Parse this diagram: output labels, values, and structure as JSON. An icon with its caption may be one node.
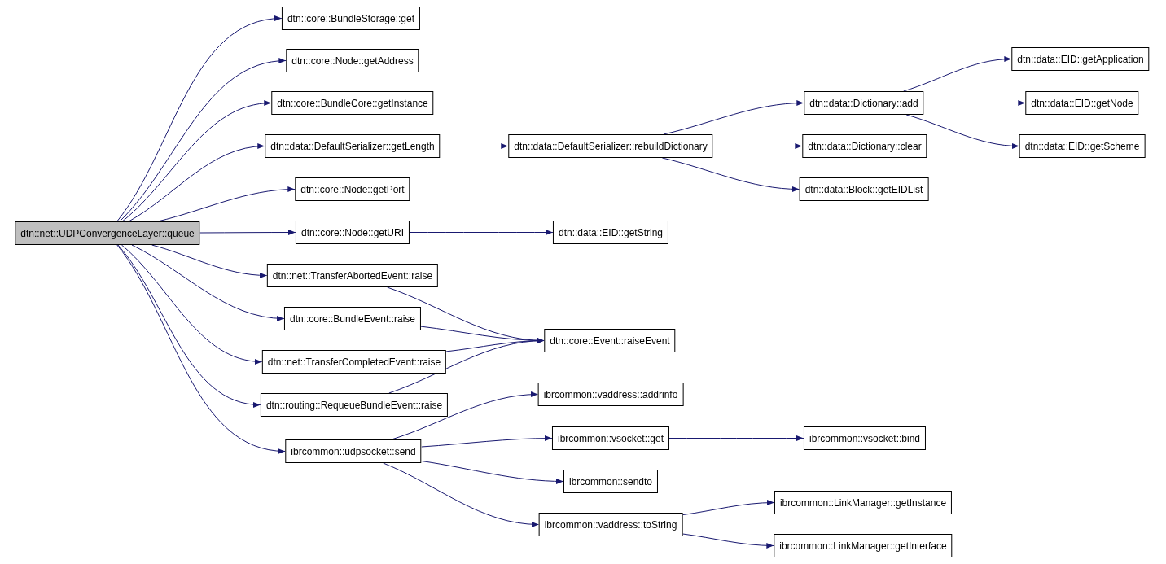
{
  "diagram": {
    "nodes": [
      {
        "text": [
          "dtn::net::UDPConvergenceLayer::queue"
        ]
      },
      {
        "text": [
          "dtn::core::BundleStorage::get"
        ]
      },
      {
        "text": [
          "dtn::core::Node::getAddress"
        ]
      },
      {
        "text": [
          "dtn::core::BundleCore::getInstance"
        ]
      },
      {
        "text": [
          "dtn::data::DefaultSerializer::getLength"
        ]
      },
      {
        "text": [
          "dtn::data::DefaultSerializer::rebuildDictionary"
        ]
      },
      {
        "text": [
          "dtn::data::Dictionary::add"
        ]
      },
      {
        "text": [
          "dtn::data::EID::getApplication"
        ]
      },
      {
        "text": [
          "dtn::data::EID::getNode"
        ]
      },
      {
        "text": [
          "dtn::data::EID::getScheme"
        ]
      },
      {
        "text": [
          "dtn::data::Dictionary::clear"
        ]
      },
      {
        "text": [
          "dtn::data::Block::getEIDList"
        ]
      },
      {
        "text": [
          "dtn::core::Node::getPort"
        ]
      },
      {
        "text": [
          "dtn::core::Node::getURI"
        ]
      },
      {
        "text": [
          "dtn::data::EID::getString"
        ]
      },
      {
        "text": [
          "dtn::net::TransferAbortedEvent::raise"
        ]
      },
      {
        "text": [
          "dtn::core::BundleEvent::raise"
        ]
      },
      {
        "text": [
          "dtn::net::TransferCompletedEvent::raise"
        ]
      },
      {
        "text": [
          "dtn::routing::RequeueBundleEvent::raise"
        ]
      },
      {
        "text": [
          "dtn::core::Event::raiseEvent"
        ]
      },
      {
        "text": [
          "ibrcommon::udpsocket::send"
        ]
      },
      {
        "text": [
          "ibrcommon::vaddress::addrinfo"
        ]
      },
      {
        "text": [
          "ibrcommon::vsocket::get"
        ]
      },
      {
        "text": [
          "ibrcommon::vsocket::bind"
        ]
      },
      {
        "text": [
          "ibrcommon::sendto"
        ]
      },
      {
        "text": [
          "ibrcommon::vaddress::toString"
        ]
      },
      {
        "text": [
          "ibrcommon::LinkManager::getInstance"
        ]
      },
      {
        "text": [
          "ibrcommon::LinkManager::getInterface"
        ]
      }
    ],
    "edges": [
      {
        "from": 0,
        "to": 1,
        "arrow": "to"
      },
      {
        "from": 0,
        "to": 2,
        "arrow": "to"
      },
      {
        "from": 0,
        "to": 3,
        "arrow": "to"
      },
      {
        "from": 0,
        "to": 4,
        "arrow": "to"
      },
      {
        "from": 4,
        "to": 5,
        "arrow": "to"
      },
      {
        "from": 5,
        "to": 6,
        "arrow": "to"
      },
      {
        "from": 6,
        "to": 7,
        "arrow": "to"
      },
      {
        "from": 6,
        "to": 8,
        "arrow": "to"
      },
      {
        "from": 6,
        "to": 9,
        "arrow": "to"
      },
      {
        "from": 5,
        "to": 10,
        "arrow": "to"
      },
      {
        "from": 5,
        "to": 11,
        "arrow": "to"
      },
      {
        "from": 0,
        "to": 12,
        "arrow": "to"
      },
      {
        "from": 0,
        "to": 13,
        "arrow": "to"
      },
      {
        "from": 13,
        "to": 14,
        "arrow": "to"
      },
      {
        "from": 0,
        "to": 15,
        "arrow": "to"
      },
      {
        "from": 15,
        "to": 19,
        "arrow": "to"
      },
      {
        "from": 0,
        "to": 16,
        "arrow": "to"
      },
      {
        "from": 16,
        "to": 19,
        "arrow": "to"
      },
      {
        "from": 0,
        "to": 17,
        "arrow": "to"
      },
      {
        "from": 17,
        "to": 19,
        "arrow": "to"
      },
      {
        "from": 0,
        "to": 18,
        "arrow": "to"
      },
      {
        "from": 18,
        "to": 19,
        "arrow": "to"
      },
      {
        "from": 0,
        "to": 20,
        "arrow": "to"
      },
      {
        "from": 20,
        "to": 21,
        "arrow": "to"
      },
      {
        "from": 20,
        "to": 22,
        "arrow": "to"
      },
      {
        "from": 22,
        "to": 23,
        "arrow": "to"
      },
      {
        "from": 20,
        "to": 24,
        "arrow": "to"
      },
      {
        "from": 20,
        "to": 25,
        "arrow": "to"
      },
      {
        "from": 25,
        "to": 26,
        "arrow": "to"
      },
      {
        "from": 25,
        "to": 27,
        "arrow": "to"
      }
    ]
  }
}
